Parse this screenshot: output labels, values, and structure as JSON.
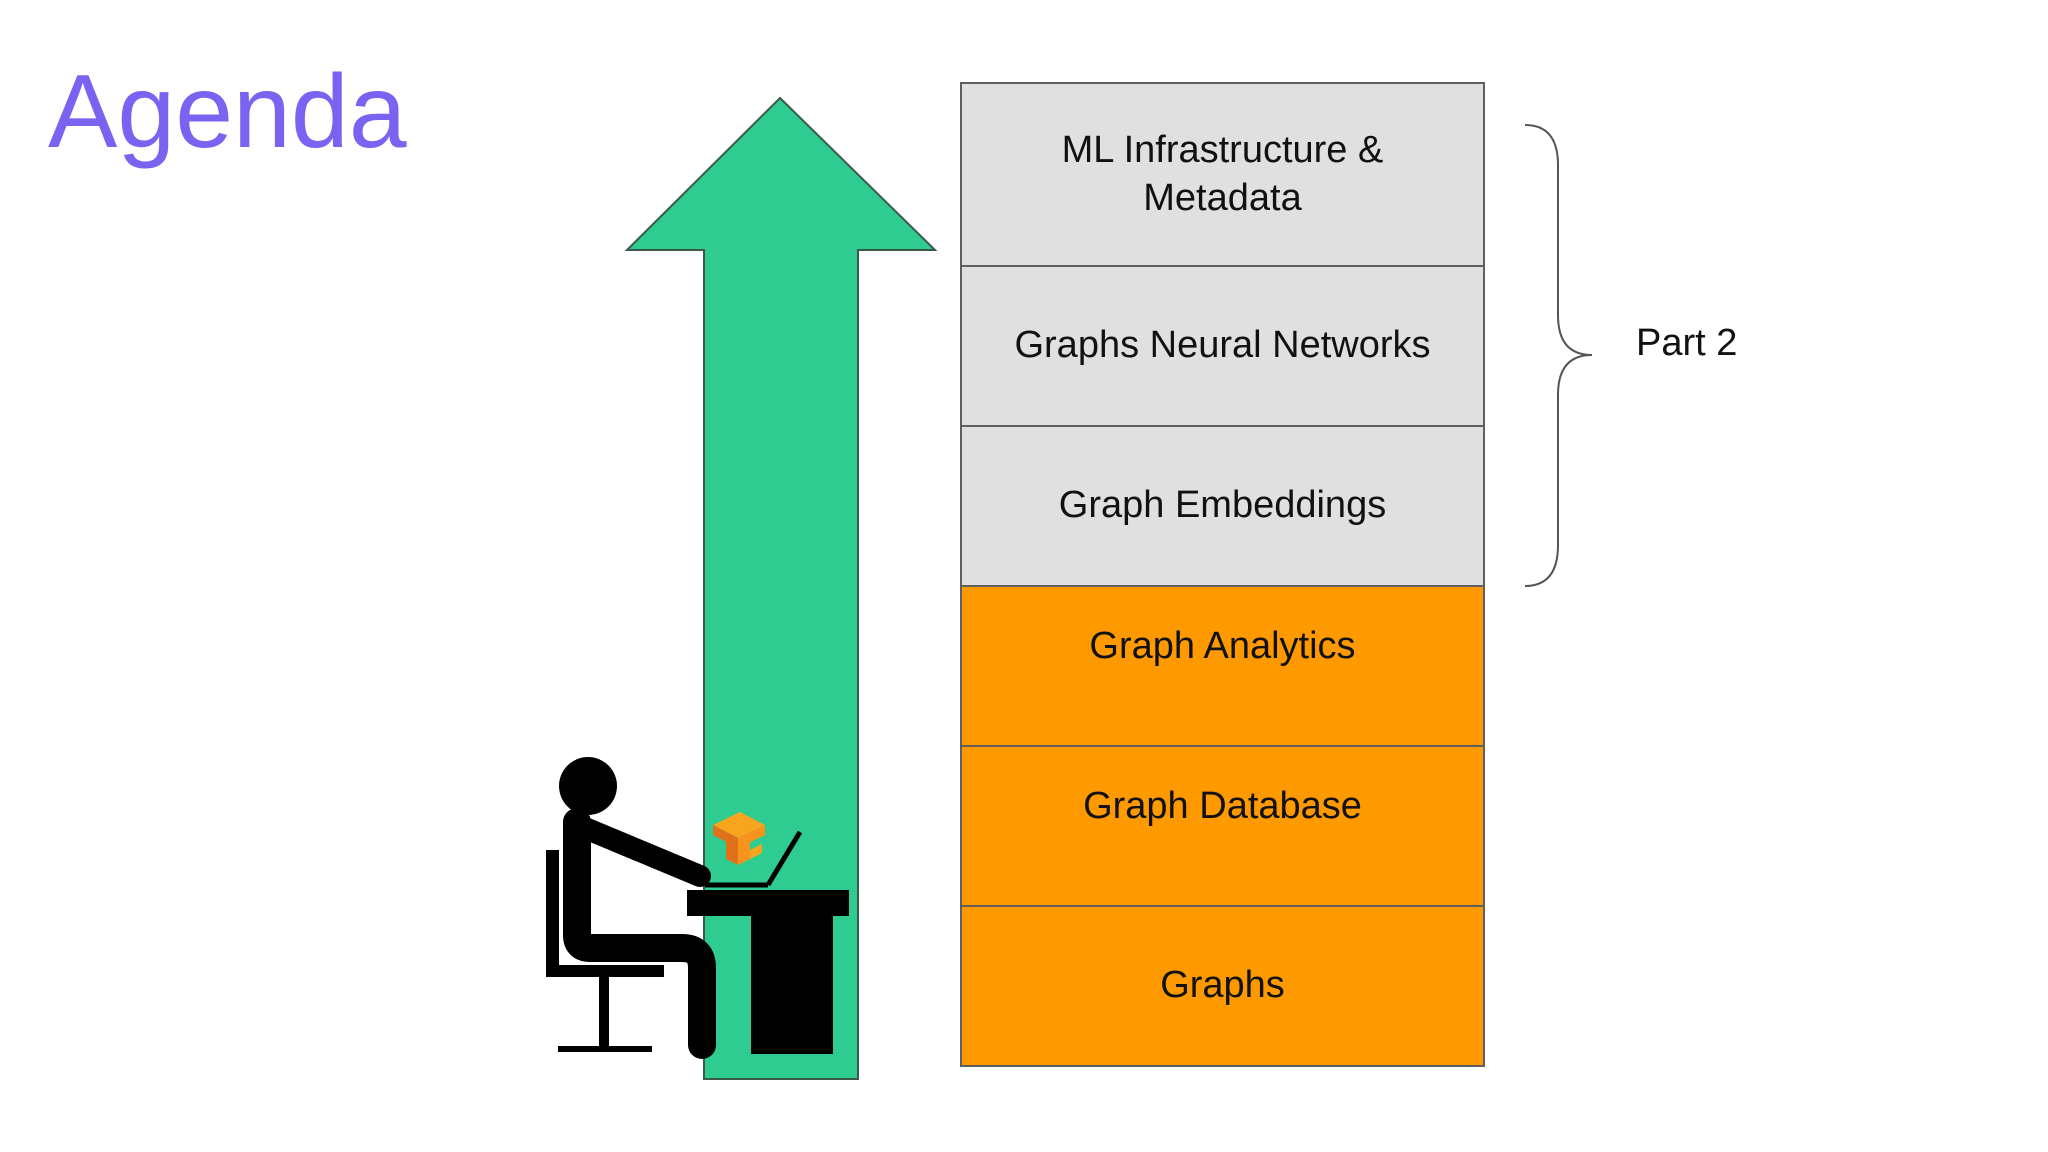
{
  "slide": {
    "title": "Agenda"
  },
  "stack": {
    "layers": [
      {
        "label": "ML Infrastructure & Metadata",
        "color": "#e0e0e0"
      },
      {
        "label": "Graphs Neural Networks",
        "color": "#e0e0e0"
      },
      {
        "label": "Graph Embeddings",
        "color": "#e0e0e0"
      },
      {
        "label": "Graph Analytics",
        "color": "#ff9900"
      },
      {
        "label": "Graph Database",
        "color": "#ff9900"
      },
      {
        "label": "Graphs",
        "color": "#ff9900"
      }
    ]
  },
  "brace": {
    "label": "Part 2"
  },
  "colors": {
    "title": "#7b63f2",
    "arrow": "#2ecc91",
    "upper_layers": "#e0e0e0",
    "lower_layers": "#ff9900",
    "logo": "#f7941d"
  },
  "icons": {
    "person": "person-at-desk-icon",
    "logo": "tensorflow-logo-icon",
    "arrow": "up-arrow-icon"
  }
}
